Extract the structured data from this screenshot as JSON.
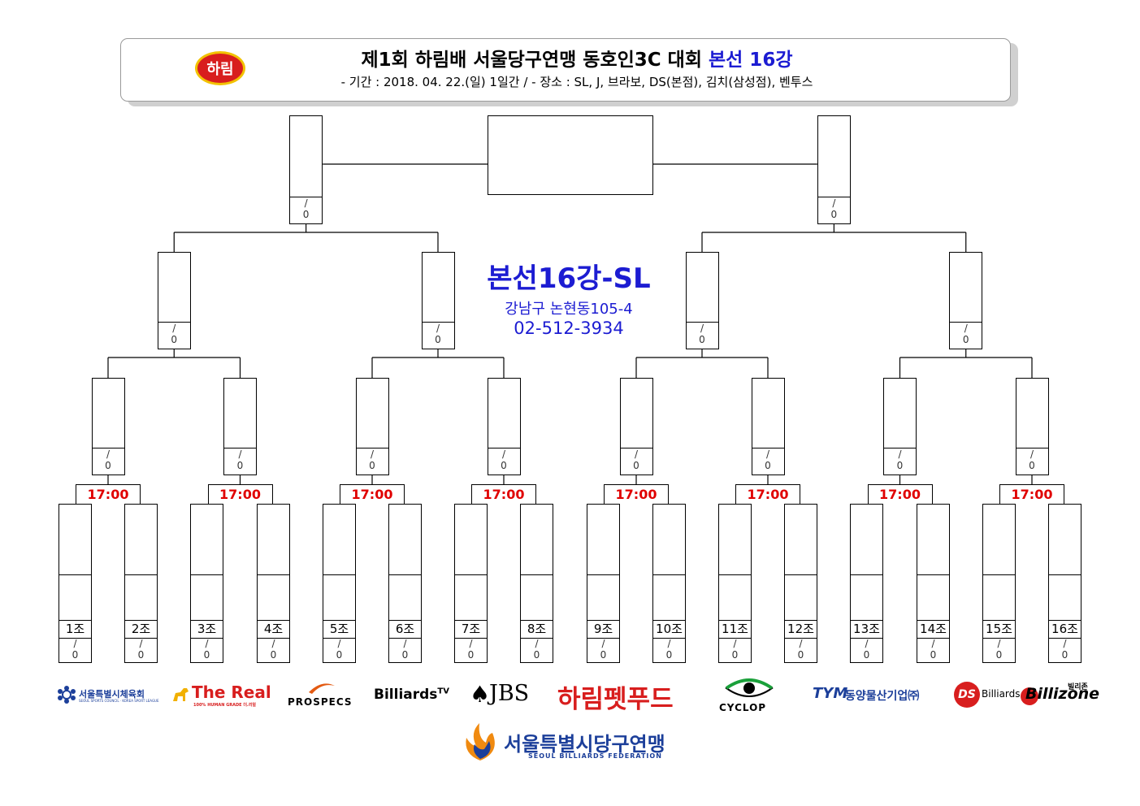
{
  "header": {
    "logo_text": "하림",
    "title_main": "제1회 하림배 서울당구연맹 동호인3C 대회 ",
    "title_highlight": "본선 16강",
    "subtitle": "- 기간 : 2018. 04. 22.(일) 1일간 / - 장소 : SL, J, 브라보, DS(본점), 김치(삼성점), 벤투스"
  },
  "venue": {
    "title": "본선16강-SL",
    "address": "강남구 논현동105-4",
    "phone": "02-512-3934"
  },
  "bracket": {
    "score_placeholder": "/\n0",
    "groups": [
      "1조",
      "2조",
      "3조",
      "4조",
      "5조",
      "6조",
      "7조",
      "8조",
      "9조",
      "10조",
      "11조",
      "12조",
      "13조",
      "14조",
      "15조",
      "16조"
    ],
    "match_times": [
      "17:00",
      "17:00",
      "17:00",
      "17:00",
      "17:00",
      "17:00",
      "17:00",
      "17:00"
    ]
  },
  "sponsors": {
    "seoul_sports": "서울특별시체육회",
    "seoul_sports_sub": "SEOUL SPORTS COUNCIL · KOREA SPORT LEAGUE",
    "the_real": "The Real",
    "the_real_sub": "100% HUMAN GRADE 더.리얼",
    "prospecs": "PROSPECS",
    "billiards_tv": "Billiards",
    "billiards_tv_sup": "TV",
    "jbs": "JBS",
    "harim_petfood": "하림펫푸드",
    "cyclop": "CYCLOP",
    "tym_logo": "TYM",
    "tym": "동양물산기업㈜",
    "ds_logo": "DS",
    "ds_billiards": "Billiards",
    "billizone": "Billizone",
    "billizone_kr": "빌리존",
    "federation": "서울특별시당구연맹",
    "federation_en": "SEOUL BILLIARDS FEDERATION"
  },
  "colors": {
    "accent_blue": "#1c1cd2",
    "time_red": "#e00000",
    "harim_red": "#d81e1e"
  }
}
